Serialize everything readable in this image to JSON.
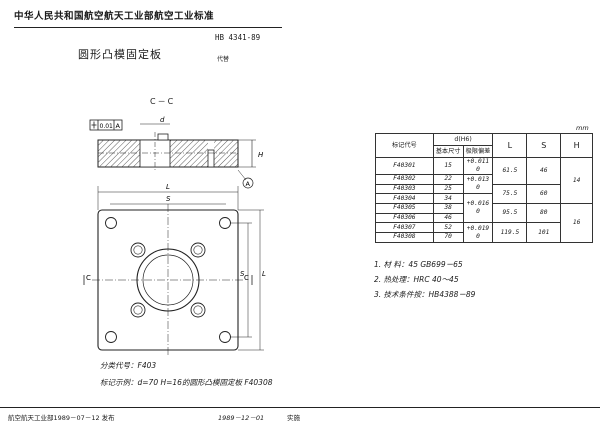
{
  "header": {
    "title": "中华人民共和国航空航天工业部航空工业标准",
    "standard_no": "HB 4341-89",
    "doc_title": "圆形凸模固定板",
    "replaces": "代替"
  },
  "drawing": {
    "section_label": "C－C",
    "tolerance_frame": "0.01",
    "datum_ref": "A",
    "dim_d": "d",
    "dim_H": "H",
    "dim_L_top": "L",
    "dim_S_top": "S",
    "dim_S_side": "S",
    "dim_L_side": "L",
    "label_C_left": "C",
    "label_C_right": "C",
    "datum_label": "A"
  },
  "table": {
    "unit": "mm",
    "headers": {
      "code": "标记代号",
      "d_group": "d(H6)",
      "d_basic": "基本尺寸",
      "d_dev": "极限偏差",
      "L": "L",
      "S": "S",
      "H": "H"
    },
    "rows": [
      {
        "code": "F40301",
        "d": "15"
      },
      {
        "code": "F40302",
        "d": "22"
      },
      {
        "code": "F40303",
        "d": "25"
      },
      {
        "code": "F40304",
        "d": "34"
      },
      {
        "code": "F40305",
        "d": "38"
      },
      {
        "code": "F40306",
        "d": "46"
      },
      {
        "code": "F40307",
        "d": "52"
      },
      {
        "code": "F40308",
        "d": "70"
      }
    ],
    "deviations": [
      {
        "top": "+0.011",
        "bot": "0"
      },
      {
        "top": "+0.013",
        "bot": "0"
      },
      {
        "top": "+0.016",
        "bot": "0"
      },
      {
        "top": "+0.019",
        "bot": "0"
      }
    ],
    "L": [
      "61.5",
      "75.5",
      "95.5",
      "119.5"
    ],
    "S": [
      "46",
      "60",
      "80",
      "101"
    ],
    "H": [
      "14",
      "16"
    ]
  },
  "notes": [
    "1. 材 料：45 GB699－65",
    "2. 热处理：HRC 40～45",
    "3. 技术条件按：HB4388－89"
  ],
  "classification": "分类代号：F403",
  "marking_example": "标记示例：d=70  H=16的圆形凸模固定板   F40308",
  "footer": {
    "publisher": "航空航天工业部1989－07－12 发布",
    "effective": "1989－12－01",
    "implement": "实施"
  }
}
